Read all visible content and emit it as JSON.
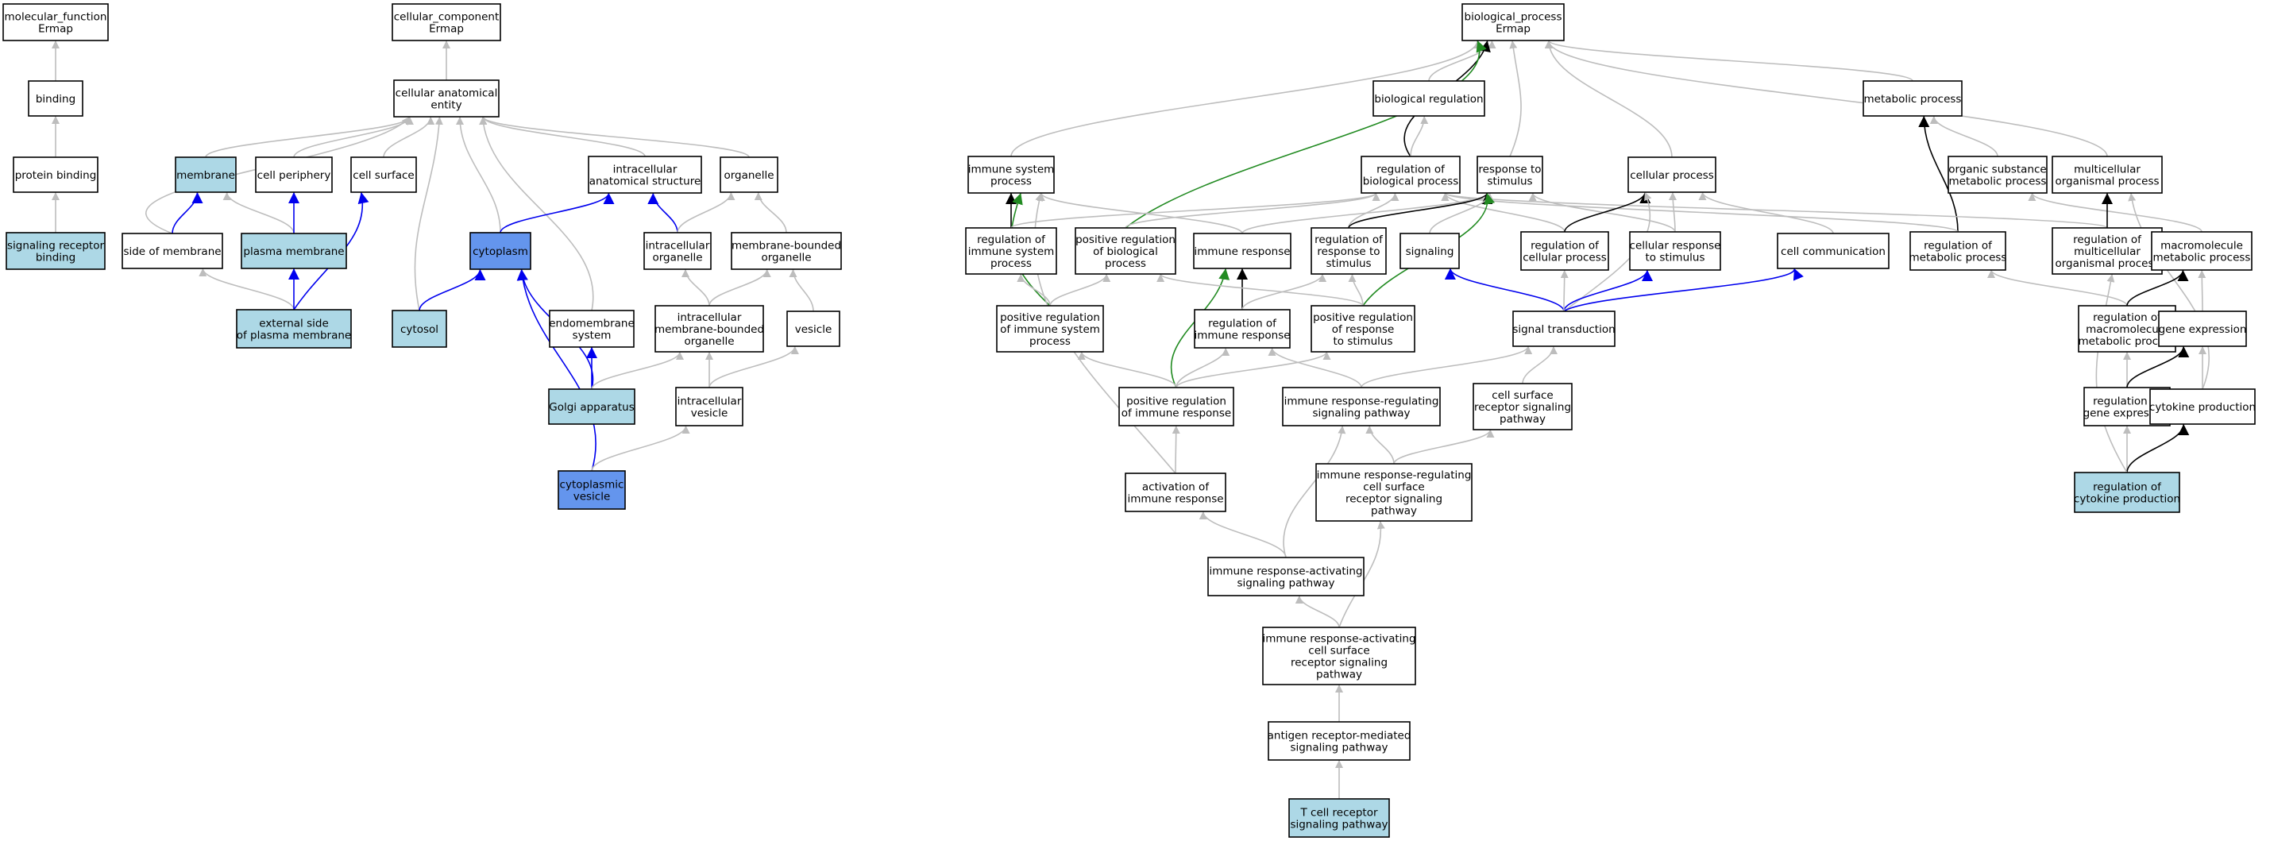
{
  "colors": {
    "default": "#ffffff",
    "light": "#add8e6",
    "strong": "#6495ed",
    "gray": "#bdbdbd",
    "black": "#000000",
    "blue": "#0000ee",
    "green": "#228b22"
  },
  "nodes": [
    {
      "id": "mf",
      "lines": [
        "molecular_function",
        "Ermap"
      ],
      "fill": "default"
    },
    {
      "id": "cc",
      "lines": [
        "cellular_component",
        "Ermap"
      ],
      "fill": "default"
    },
    {
      "id": "bp",
      "lines": [
        "biological_process",
        "Ermap"
      ],
      "fill": "default"
    },
    {
      "id": "binding",
      "lines": [
        "binding"
      ],
      "fill": "default"
    },
    {
      "id": "protein_binding",
      "lines": [
        "protein binding"
      ],
      "fill": "default"
    },
    {
      "id": "srb",
      "lines": [
        "signaling receptor",
        "binding"
      ],
      "fill": "light"
    },
    {
      "id": "cae",
      "lines": [
        "cellular anatomical",
        "entity"
      ],
      "fill": "default"
    },
    {
      "id": "membrane",
      "lines": [
        "membrane"
      ],
      "fill": "light"
    },
    {
      "id": "cell_periphery",
      "lines": [
        "cell periphery"
      ],
      "fill": "default"
    },
    {
      "id": "cell_surface",
      "lines": [
        "cell surface"
      ],
      "fill": "default"
    },
    {
      "id": "ias",
      "lines": [
        "intracellular",
        "anatomical structure"
      ],
      "fill": "default"
    },
    {
      "id": "organelle",
      "lines": [
        "organelle"
      ],
      "fill": "default"
    },
    {
      "id": "side_membrane",
      "lines": [
        "side of membrane"
      ],
      "fill": "default"
    },
    {
      "id": "plasma_membrane",
      "lines": [
        "plasma membrane"
      ],
      "fill": "light"
    },
    {
      "id": "cytoplasm",
      "lines": [
        "cytoplasm"
      ],
      "fill": "strong"
    },
    {
      "id": "intra_org",
      "lines": [
        "intracellular",
        "organelle"
      ],
      "fill": "default"
    },
    {
      "id": "mbo",
      "lines": [
        "membrane-bounded",
        "organelle"
      ],
      "fill": "default"
    },
    {
      "id": "ext_side",
      "lines": [
        "external side",
        "of plasma membrane"
      ],
      "fill": "light"
    },
    {
      "id": "cytosol",
      "lines": [
        "cytosol"
      ],
      "fill": "light"
    },
    {
      "id": "endomembrane",
      "lines": [
        "endomembrane",
        "system"
      ],
      "fill": "default"
    },
    {
      "id": "imbo",
      "lines": [
        "intracellular",
        "membrane-bounded",
        "organelle"
      ],
      "fill": "default"
    },
    {
      "id": "vesicle",
      "lines": [
        "vesicle"
      ],
      "fill": "default"
    },
    {
      "id": "golgi",
      "lines": [
        "Golgi apparatus"
      ],
      "fill": "light"
    },
    {
      "id": "intra_vesicle",
      "lines": [
        "intracellular",
        "vesicle"
      ],
      "fill": "default"
    },
    {
      "id": "cyto_vesicle",
      "lines": [
        "cytoplasmic",
        "vesicle"
      ],
      "fill": "strong"
    },
    {
      "id": "bio_reg",
      "lines": [
        "biological regulation"
      ],
      "fill": "default"
    },
    {
      "id": "metabolic",
      "lines": [
        "metabolic process"
      ],
      "fill": "default"
    },
    {
      "id": "iss",
      "lines": [
        "immune system",
        "process"
      ],
      "fill": "default"
    },
    {
      "id": "reg_bp",
      "lines": [
        "regulation of",
        "biological process"
      ],
      "fill": "default"
    },
    {
      "id": "resp_stim",
      "lines": [
        "response to",
        "stimulus"
      ],
      "fill": "default"
    },
    {
      "id": "cellular_process",
      "lines": [
        "cellular process"
      ],
      "fill": "default"
    },
    {
      "id": "organic_sub",
      "lines": [
        "organic substance",
        "metabolic process"
      ],
      "fill": "default"
    },
    {
      "id": "multicell",
      "lines": [
        "multicellular",
        "organismal process"
      ],
      "fill": "default"
    },
    {
      "id": "reg_iss",
      "lines": [
        "regulation of",
        "immune system",
        "process"
      ],
      "fill": "default"
    },
    {
      "id": "pos_reg_bp",
      "lines": [
        "positive regulation",
        "of biological",
        "process"
      ],
      "fill": "default"
    },
    {
      "id": "immune_resp",
      "lines": [
        "immune response"
      ],
      "fill": "default"
    },
    {
      "id": "reg_resp_stim",
      "lines": [
        "regulation of",
        "response to",
        "stimulus"
      ],
      "fill": "default"
    },
    {
      "id": "signaling",
      "lines": [
        "signaling"
      ],
      "fill": "default"
    },
    {
      "id": "reg_cell_proc",
      "lines": [
        "regulation of",
        "cellular process"
      ],
      "fill": "default"
    },
    {
      "id": "cell_resp_stim",
      "lines": [
        "cellular response",
        "to stimulus"
      ],
      "fill": "default"
    },
    {
      "id": "cell_comm",
      "lines": [
        "cell communication"
      ],
      "fill": "default"
    },
    {
      "id": "reg_metab",
      "lines": [
        "regulation of",
        "metabolic process"
      ],
      "fill": "default"
    },
    {
      "id": "reg_multi",
      "lines": [
        "regulation of",
        "multicellular",
        "organismal process"
      ],
      "fill": "default"
    },
    {
      "id": "macromol",
      "lines": [
        "macromolecule",
        "metabolic process"
      ],
      "fill": "default"
    },
    {
      "id": "pos_reg_iss",
      "lines": [
        "positive regulation",
        "of immune system",
        "process"
      ],
      "fill": "default"
    },
    {
      "id": "reg_immune_resp",
      "lines": [
        "regulation of",
        "immune response"
      ],
      "fill": "default"
    },
    {
      "id": "pos_reg_resp_stim",
      "lines": [
        "positive regulation",
        "of response",
        "to stimulus"
      ],
      "fill": "default"
    },
    {
      "id": "signal_trans",
      "lines": [
        "signal transduction"
      ],
      "fill": "default"
    },
    {
      "id": "reg_macromol",
      "lines": [
        "regulation of",
        "macromolecule",
        "metabolic process"
      ],
      "fill": "default"
    },
    {
      "id": "gene_expr",
      "lines": [
        "gene expression"
      ],
      "fill": "default"
    },
    {
      "id": "pos_reg_immune_resp",
      "lines": [
        "positive regulation",
        "of immune response"
      ],
      "fill": "default"
    },
    {
      "id": "irr_sp",
      "lines": [
        "immune response-regulating",
        "signaling pathway"
      ],
      "fill": "default"
    },
    {
      "id": "csrsp",
      "lines": [
        "cell surface",
        "receptor signaling",
        "pathway"
      ],
      "fill": "default"
    },
    {
      "id": "reg_gene_expr",
      "lines": [
        "regulation of",
        "gene expression"
      ],
      "fill": "default"
    },
    {
      "id": "cytokine_prod",
      "lines": [
        "cytokine production"
      ],
      "fill": "default"
    },
    {
      "id": "act_immune",
      "lines": [
        "activation of",
        "immune response"
      ],
      "fill": "default"
    },
    {
      "id": "irr_cs",
      "lines": [
        "immune response-regulating",
        "cell surface",
        "receptor signaling",
        "pathway"
      ],
      "fill": "default"
    },
    {
      "id": "reg_cytokine",
      "lines": [
        "regulation of",
        "cytokine production"
      ],
      "fill": "light"
    },
    {
      "id": "ira_sp",
      "lines": [
        "immune response-activating",
        "signaling pathway"
      ],
      "fill": "default"
    },
    {
      "id": "ira_cs",
      "lines": [
        "immune response-activating",
        "cell surface",
        "receptor signaling",
        "pathway"
      ],
      "fill": "default"
    },
    {
      "id": "antigen",
      "lines": [
        "antigen receptor-mediated",
        "signaling pathway"
      ],
      "fill": "default"
    },
    {
      "id": "tcr",
      "lines": [
        "T cell receptor",
        "signaling pathway"
      ],
      "fill": "light"
    }
  ],
  "edges": [
    {
      "from": "binding",
      "to": "mf",
      "color": "gray"
    },
    {
      "from": "protein_binding",
      "to": "binding",
      "color": "gray"
    },
    {
      "from": "srb",
      "to": "protein_binding",
      "color": "gray"
    },
    {
      "from": "cae",
      "to": "cc",
      "color": "gray"
    },
    {
      "from": "membrane",
      "to": "cae",
      "color": "gray"
    },
    {
      "from": "cell_periphery",
      "to": "cae",
      "color": "gray"
    },
    {
      "from": "cell_surface",
      "to": "cae",
      "color": "gray"
    },
    {
      "from": "ias",
      "to": "cae",
      "color": "gray"
    },
    {
      "from": "organelle",
      "to": "cae",
      "color": "gray"
    },
    {
      "from": "side_membrane",
      "to": "cae",
      "color": "gray"
    },
    {
      "from": "cytosol",
      "to": "cae",
      "color": "gray"
    },
    {
      "from": "cytoplasm",
      "to": "cae",
      "color": "gray"
    },
    {
      "from": "endomembrane",
      "to": "cae",
      "color": "gray"
    },
    {
      "from": "side_membrane",
      "to": "membrane",
      "color": "blue"
    },
    {
      "from": "plasma_membrane",
      "to": "membrane",
      "color": "gray"
    },
    {
      "from": "plasma_membrane",
      "to": "cell_periphery",
      "color": "blue"
    },
    {
      "from": "ext_side",
      "to": "side_membrane",
      "color": "gray"
    },
    {
      "from": "ext_side",
      "to": "plasma_membrane",
      "color": "blue"
    },
    {
      "from": "ext_side",
      "to": "cell_surface",
      "color": "blue"
    },
    {
      "from": "cytoplasm",
      "to": "ias",
      "color": "blue"
    },
    {
      "from": "intra_org",
      "to": "ias",
      "color": "blue"
    },
    {
      "from": "intra_org",
      "to": "organelle",
      "color": "gray"
    },
    {
      "from": "mbo",
      "to": "organelle",
      "color": "gray"
    },
    {
      "from": "cytosol",
      "to": "cytoplasm",
      "color": "blue"
    },
    {
      "from": "golgi",
      "to": "cytoplasm",
      "color": "blue"
    },
    {
      "from": "cyto_vesicle",
      "to": "cytoplasm",
      "color": "blue"
    },
    {
      "from": "golgi",
      "to": "endomembrane",
      "color": "blue"
    },
    {
      "from": "golgi",
      "to": "imbo",
      "color": "gray"
    },
    {
      "from": "imbo",
      "to": "intra_org",
      "color": "gray"
    },
    {
      "from": "imbo",
      "to": "mbo",
      "color": "gray"
    },
    {
      "from": "vesicle",
      "to": "mbo",
      "color": "gray"
    },
    {
      "from": "intra_vesicle",
      "to": "imbo",
      "color": "gray"
    },
    {
      "from": "intra_vesicle",
      "to": "vesicle",
      "color": "gray"
    },
    {
      "from": "cyto_vesicle",
      "to": "intra_vesicle",
      "color": "gray"
    },
    {
      "from": "bio_reg",
      "to": "bp",
      "color": "gray"
    },
    {
      "from": "metabolic",
      "to": "bp",
      "color": "gray"
    },
    {
      "from": "iss",
      "to": "bp",
      "color": "gray"
    },
    {
      "from": "reg_bp",
      "to": "bp",
      "color": "black"
    },
    {
      "from": "resp_stim",
      "to": "bp",
      "color": "gray"
    },
    {
      "from": "cellular_process",
      "to": "bp",
      "color": "gray"
    },
    {
      "from": "multicell",
      "to": "bp",
      "color": "gray"
    },
    {
      "from": "pos_reg_bp",
      "to": "bp",
      "color": "green"
    },
    {
      "from": "reg_bp",
      "to": "bio_reg",
      "color": "gray"
    },
    {
      "from": "organic_sub",
      "to": "metabolic",
      "color": "gray"
    },
    {
      "from": "reg_metab",
      "to": "metabolic",
      "color": "black"
    },
    {
      "from": "reg_iss",
      "to": "iss",
      "color": "black"
    },
    {
      "from": "immune_resp",
      "to": "iss",
      "color": "gray"
    },
    {
      "from": "pos_reg_iss",
      "to": "iss",
      "color": "green"
    },
    {
      "from": "act_immune",
      "to": "iss",
      "color": "gray"
    },
    {
      "from": "reg_iss",
      "to": "reg_bp",
      "color": "gray"
    },
    {
      "from": "pos_reg_bp",
      "to": "reg_bp",
      "color": "gray"
    },
    {
      "from": "reg_resp_stim",
      "to": "reg_bp",
      "color": "gray"
    },
    {
      "from": "reg_cell_proc",
      "to": "reg_bp",
      "color": "gray"
    },
    {
      "from": "reg_metab",
      "to": "reg_bp",
      "color": "gray"
    },
    {
      "from": "reg_multi",
      "to": "reg_bp",
      "color": "gray"
    },
    {
      "from": "immune_resp",
      "to": "resp_stim",
      "color": "gray"
    },
    {
      "from": "reg_resp_stim",
      "to": "resp_stim",
      "color": "black"
    },
    {
      "from": "signaling",
      "to": "resp_stim",
      "color": "gray"
    },
    {
      "from": "cell_resp_stim",
      "to": "resp_stim",
      "color": "gray"
    },
    {
      "from": "pos_reg_resp_stim",
      "to": "resp_stim",
      "color": "green"
    },
    {
      "from": "reg_cell_proc",
      "to": "cellular_process",
      "color": "black"
    },
    {
      "from": "cell_resp_stim",
      "to": "cellular_process",
      "color": "gray"
    },
    {
      "from": "cell_comm",
      "to": "cellular_process",
      "color": "gray"
    },
    {
      "from": "signal_trans",
      "to": "cellular_process",
      "color": "gray"
    },
    {
      "from": "macromol",
      "to": "organic_sub",
      "color": "gray"
    },
    {
      "from": "reg_multi",
      "to": "multicell",
      "color": "black"
    },
    {
      "from": "cytokine_prod",
      "to": "multicell",
      "color": "gray"
    },
    {
      "from": "pos_reg_iss",
      "to": "reg_iss",
      "color": "gray"
    },
    {
      "from": "pos_reg_iss",
      "to": "pos_reg_bp",
      "color": "gray"
    },
    {
      "from": "reg_immune_resp",
      "to": "immune_resp",
      "color": "black"
    },
    {
      "from": "pos_reg_immune_resp",
      "to": "immune_resp",
      "color": "green"
    },
    {
      "from": "reg_immune_resp",
      "to": "reg_resp_stim",
      "color": "gray"
    },
    {
      "from": "pos_reg_resp_stim",
      "to": "reg_resp_stim",
      "color": "gray"
    },
    {
      "from": "pos_reg_resp_stim",
      "to": "pos_reg_bp",
      "color": "gray"
    },
    {
      "from": "signal_trans",
      "to": "signaling",
      "color": "blue"
    },
    {
      "from": "signal_trans",
      "to": "cell_resp_stim",
      "color": "blue"
    },
    {
      "from": "signal_trans",
      "to": "cell_comm",
      "color": "blue"
    },
    {
      "from": "signal_trans",
      "to": "reg_cell_proc",
      "color": "gray"
    },
    {
      "from": "reg_macromol",
      "to": "reg_metab",
      "color": "gray"
    },
    {
      "from": "reg_macromol",
      "to": "macromol",
      "color": "black"
    },
    {
      "from": "gene_expr",
      "to": "macromol",
      "color": "gray"
    },
    {
      "from": "reg_gene_expr",
      "to": "reg_macromol",
      "color": "gray"
    },
    {
      "from": "reg_gene_expr",
      "to": "gene_expr",
      "color": "black"
    },
    {
      "from": "cytokine_prod",
      "to": "gene_expr",
      "color": "gray"
    },
    {
      "from": "reg_cytokine",
      "to": "reg_gene_expr",
      "color": "gray"
    },
    {
      "from": "reg_cytokine",
      "to": "cytokine_prod",
      "color": "black"
    },
    {
      "from": "reg_cytokine",
      "to": "reg_multi",
      "color": "gray"
    },
    {
      "from": "pos_reg_immune_resp",
      "to": "pos_reg_iss",
      "color": "gray"
    },
    {
      "from": "pos_reg_immune_resp",
      "to": "reg_immune_resp",
      "color": "gray"
    },
    {
      "from": "pos_reg_immune_resp",
      "to": "pos_reg_resp_stim",
      "color": "gray"
    },
    {
      "from": "act_immune",
      "to": "pos_reg_immune_resp",
      "color": "gray"
    },
    {
      "from": "irr_sp",
      "to": "reg_immune_resp",
      "color": "gray"
    },
    {
      "from": "irr_sp",
      "to": "signal_trans",
      "color": "gray"
    },
    {
      "from": "csrsp",
      "to": "signal_trans",
      "color": "gray"
    },
    {
      "from": "irr_cs",
      "to": "irr_sp",
      "color": "gray"
    },
    {
      "from": "irr_cs",
      "to": "csrsp",
      "color": "gray"
    },
    {
      "from": "ira_sp",
      "to": "act_immune",
      "color": "gray"
    },
    {
      "from": "ira_sp",
      "to": "irr_sp",
      "color": "gray"
    },
    {
      "from": "ira_cs",
      "to": "ira_sp",
      "color": "gray"
    },
    {
      "from": "ira_cs",
      "to": "irr_cs",
      "color": "gray"
    },
    {
      "from": "antigen",
      "to": "ira_cs",
      "color": "gray"
    },
    {
      "from": "tcr",
      "to": "antigen",
      "color": "gray"
    }
  ]
}
